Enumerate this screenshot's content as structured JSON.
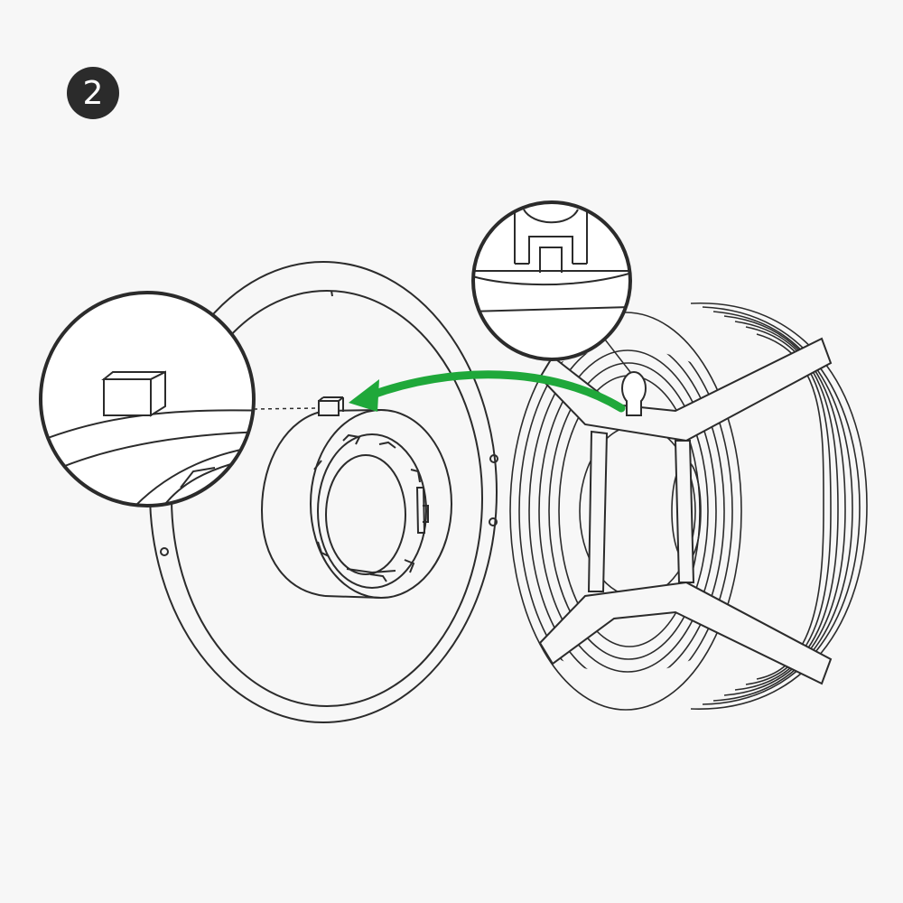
{
  "step": {
    "number": "2"
  },
  "colors": {
    "background": "#f7f7f7",
    "line": "#2b2b2b",
    "arrow": "#1fa83a",
    "badge": "#2b2b2b",
    "badge_text": "#ffffff"
  },
  "icons": {
    "badge": "step-number-badge",
    "arrow": "curved-arrow-icon",
    "callout_left": "magnifier-callout-tab",
    "callout_right": "magnifier-callout-slot"
  }
}
